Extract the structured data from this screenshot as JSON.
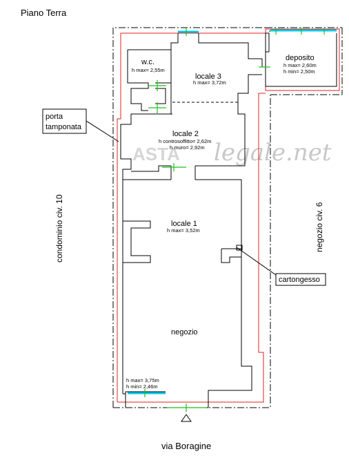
{
  "title": "Piano Terra",
  "street": "via Boragine",
  "left_neighbor": "condominio civ. 10",
  "right_neighbor": "negozio civ. 6",
  "watermark": {
    "logo": "ASTA",
    "text": "legale.net"
  },
  "rooms": {
    "wc": {
      "name": "w.c.",
      "h_max": "h max= 2,55m"
    },
    "locale3": {
      "name": "locale 3",
      "h_max": "h max= 3,72m"
    },
    "deposito": {
      "name": "deposito",
      "h_max": "h max= 2,60m",
      "h_min": "h min= 2,50m"
    },
    "locale2": {
      "name": "locale 2",
      "h_controsoffitto": "h controsoffitto= 2,62m",
      "h_muro": "h muro= 2,92m"
    },
    "locale1": {
      "name": "locale 1",
      "h_max": "h max= 3,52m"
    },
    "negozio": {
      "name": "negozio",
      "h_max": "h max= 3,75m",
      "h_min": "h min= 2,46m"
    }
  },
  "callouts": {
    "porta_tamponata": [
      "porta",
      "tamponata"
    ],
    "cartongesso": "cartongesso"
  },
  "colors": {
    "wall": "#000000",
    "boundary": "#e02020",
    "window": "#00c8e6",
    "door": "#19c119"
  }
}
